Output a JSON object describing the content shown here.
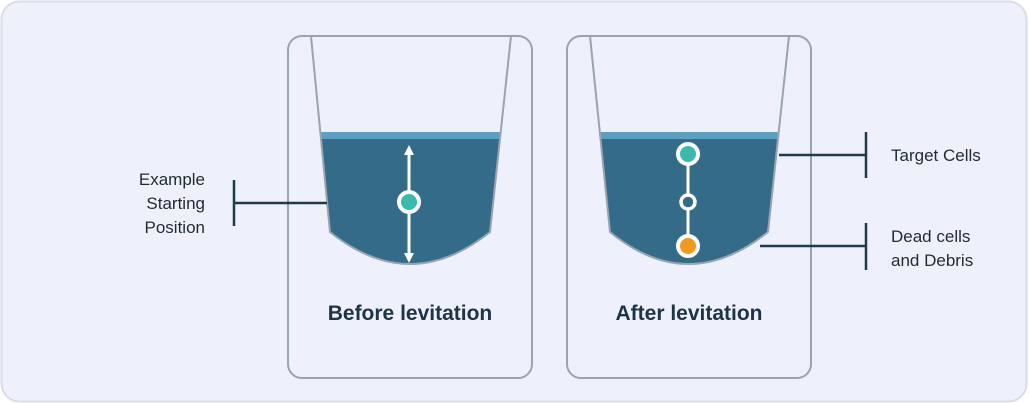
{
  "panel_background": "#eef1fb",
  "panel_border": "#d9dde8",
  "beaker_border": "#9aa3b0",
  "liquid_color": "#336b88",
  "liquid_surface_color": "#5b9fc2",
  "cell_target_color": "#3bb9ae",
  "cell_debris_color": "#f39a1e",
  "line_color": "#1f3a4a",
  "left_beaker": {
    "caption": "Before levitation",
    "annotation": [
      "Example",
      "Starting",
      "Position"
    ]
  },
  "right_beaker": {
    "caption": "After levitation",
    "annotation_top": [
      "Target Cells"
    ],
    "annotation_bottom": [
      "Dead cells",
      "and Debris"
    ]
  }
}
